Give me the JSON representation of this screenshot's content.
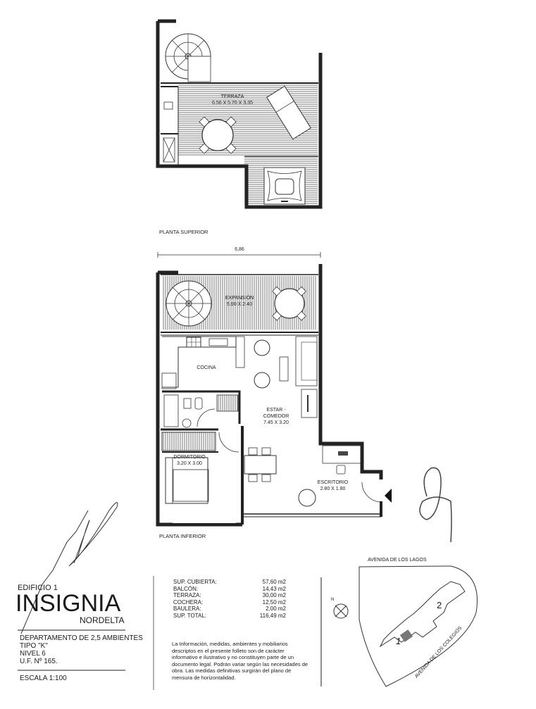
{
  "upper_floor": {
    "caption": "PLANTA SUPERIOR",
    "rooms": [
      {
        "name": "TERRAZA",
        "dimensions": "6.56 X 5.70 X 3.35"
      }
    ]
  },
  "lower_floor": {
    "caption": "PLANTA INFERIOR",
    "overall_width": "6,86",
    "rooms": [
      {
        "name": "EXPANSIÓN",
        "dimensions": "5.90 X 2.40"
      },
      {
        "name": "COCINA",
        "dimensions": ""
      },
      {
        "name": "ESTAR -",
        "name2": "COMEDOR",
        "dimensions": "7.45 X 3.20"
      },
      {
        "name": "DORMITORIO",
        "dimensions": "3.20 X 3.00"
      },
      {
        "name": "ESCRITORIO",
        "dimensions": "2.80 X 1.80"
      }
    ]
  },
  "title_block": {
    "building": "EDIFICIO 1",
    "brand": "INSIGNIA",
    "location": "NORDELTA",
    "unit_type": "DEPARTAMENTO DE 2,5 AMBIENTES",
    "tipo": "TIPO \"K\"",
    "nivel": "NIVEL 6",
    "uf": "U.F. Nº 165.",
    "scale": "ESCALA 1:100"
  },
  "surfaces": {
    "rows": [
      {
        "label": "SUP. CUBIERTA:",
        "value": "57,60 m2"
      },
      {
        "label": "BALCÓN:",
        "value": "14,43 m2"
      },
      {
        "label": "TERRAZA:",
        "value": "30,00 m2"
      },
      {
        "label": "COCHERA:",
        "value": "12,50 m2"
      },
      {
        "label": "BAULERA:",
        "value": "2,00 m2"
      },
      {
        "label": "SUP. TOTAL:",
        "value": "116,49 m2"
      }
    ]
  },
  "disclaimer": "La Información, medidas, ambientes y mobiliarios descriptos en el presente folleto son de carácter informativo e ilustrativo y no constituyen parte de un documento legal. Podrán variar según las necesidades de obra. Las medidas definitivas surgirán del plano de mensura de horizontalidad.",
  "site_plan": {
    "street_top": "AVENIDA DE LOS LAGOS",
    "street_side": "AVENIDA DE LOS COLEGIOS",
    "building_1": "1",
    "building_2": "2",
    "north_label": "N"
  }
}
